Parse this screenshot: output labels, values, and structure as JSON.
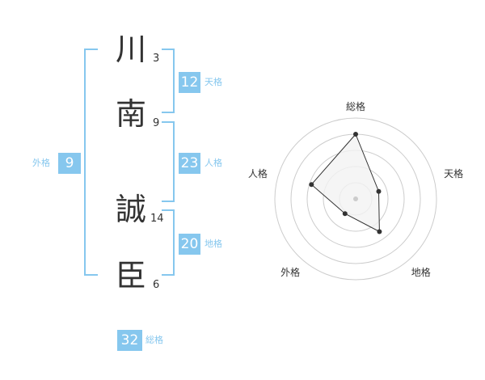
{
  "name": {
    "chars": [
      {
        "char": "川",
        "strokes": "3"
      },
      {
        "char": "南",
        "strokes": "9"
      },
      {
        "char": "誠",
        "strokes": "14"
      },
      {
        "char": "臣",
        "strokes": "6"
      }
    ]
  },
  "fortune": {
    "gaikaku": {
      "label": "外格",
      "value": "9"
    },
    "tenkaku": {
      "label": "天格",
      "value": "12"
    },
    "jinkaku": {
      "label": "人格",
      "value": "23"
    },
    "chikaku": {
      "label": "地格",
      "value": "20"
    },
    "soukaku": {
      "label": "総格",
      "value": "32"
    }
  },
  "chart_data": {
    "type": "radar",
    "axes": [
      "総格",
      "天格",
      "地格",
      "外格",
      "人格"
    ],
    "values": [
      32,
      12,
      20,
      9,
      23
    ],
    "rmax": 40,
    "colors": {
      "ring": "#cccccc",
      "fill": "#f2f2f2",
      "line": "#333333",
      "point": "#333333",
      "center": "#cccccc"
    }
  }
}
